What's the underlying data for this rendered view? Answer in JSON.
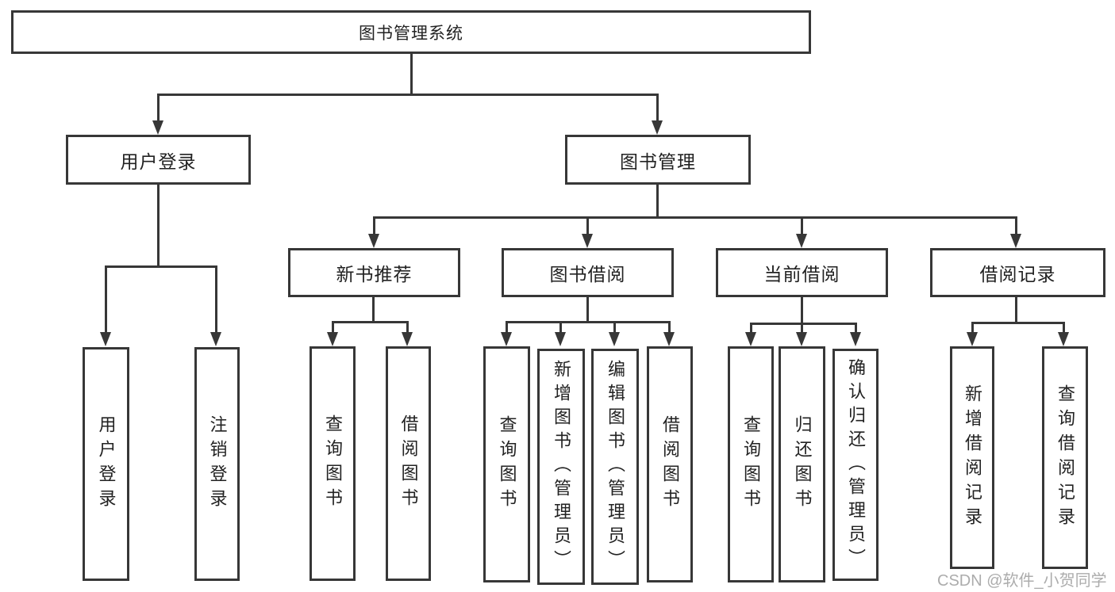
{
  "nodes": {
    "root": "图书管理系统",
    "level2": {
      "userLogin": "用户登录",
      "bookMgmt": "图书管理"
    },
    "level3": {
      "newBooks": "新书推荐",
      "borrow": "图书借阅",
      "current": "当前借阅",
      "records": "借阅记录"
    },
    "leaves": {
      "login": [
        "用户登录",
        "注销登录"
      ],
      "newBooks": [
        "查询图书",
        "借阅图书"
      ],
      "borrow": [
        "查询图书",
        "新增图书（管理员）",
        "编辑图书（管理员）",
        "借阅图书"
      ],
      "current": [
        "查询图书",
        "归还图书",
        "确认归还（管理员）"
      ],
      "records": [
        "新增借阅记录",
        "查询借阅记录"
      ]
    }
  },
  "watermark": "CSDN @软件_小贺同学",
  "colors": {
    "line": "#373737",
    "text": "#222222",
    "watermark": "#acacac",
    "background": "#ffffff"
  }
}
